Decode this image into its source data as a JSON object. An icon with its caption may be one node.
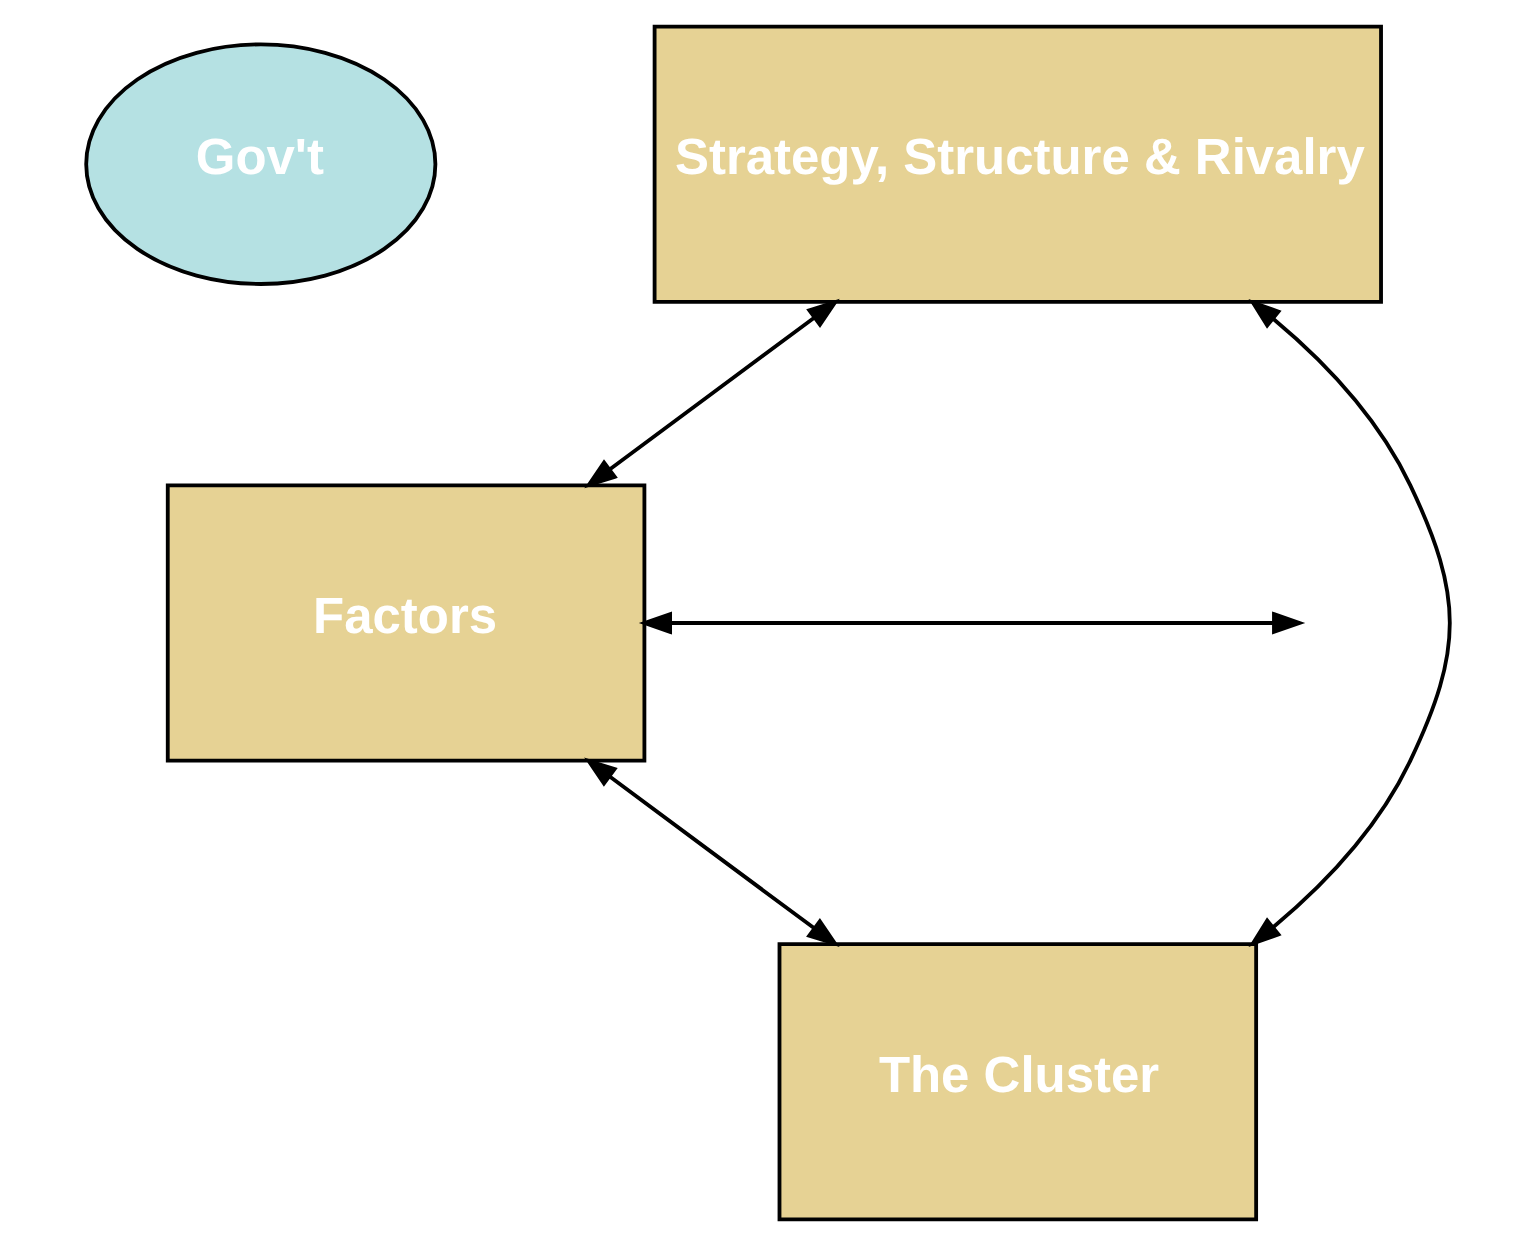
{
  "diagram": {
    "nodes": [
      {
        "text": [
          "Gov't"
        ]
      },
      {
        "text": [
          "Strategy, Structure & Rivalry"
        ]
      },
      {
        "text": [
          "Factors"
        ]
      },
      {
        "text": [
          "The Cluster"
        ]
      }
    ],
    "edges": [
      {
        "from": 1,
        "to": 2,
        "arrow": "both"
      },
      {
        "from": 2,
        "to": null,
        "arrow": "both"
      },
      {
        "from": 1,
        "to": 3,
        "arrow": "both"
      },
      {
        "from": 2,
        "to": 3,
        "arrow": "both"
      }
    ]
  }
}
